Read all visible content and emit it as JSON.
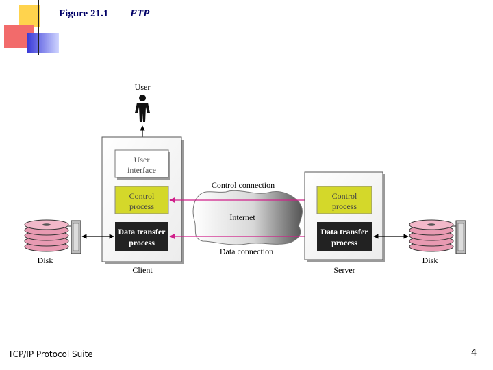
{
  "header": {
    "figure_number": "Figure 21.1",
    "figure_title": "FTP"
  },
  "footer": {
    "suite": "TCP/IP Protocol Suite",
    "page": "4"
  },
  "diagram": {
    "user_label": "User",
    "client": {
      "label": "Client",
      "ui_line1": "User",
      "ui_line2": "interface",
      "control_line1": "Control",
      "control_line2": "process",
      "dtp_line1": "Data transfer",
      "dtp_line2": "process",
      "disk_label": "Disk"
    },
    "server": {
      "label": "Server",
      "control_line1": "Control",
      "control_line2": "process",
      "dtp_line1": "Data transfer",
      "dtp_line2": "process",
      "disk_label": "Disk"
    },
    "internet_label": "Internet",
    "control_connection_label": "Control connection",
    "data_connection_label": "Data connection",
    "colors": {
      "control_box": "#d4d82a",
      "dtp_box": "#222222",
      "connection_line": "#d0208a",
      "disk_pink": "#e89ab2"
    }
  }
}
